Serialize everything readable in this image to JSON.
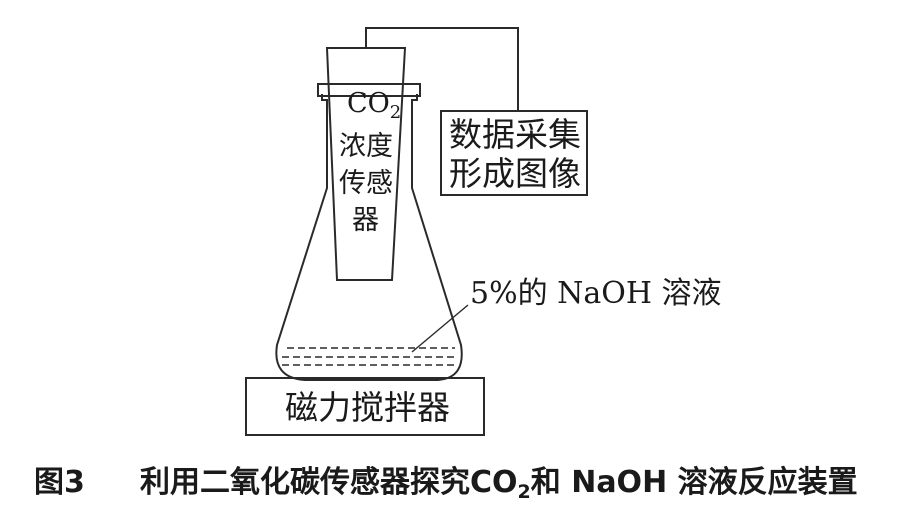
{
  "sensor": {
    "line1": "CO",
    "line1_sub": "2",
    "line2": "浓度",
    "line3": "传感器",
    "line4": "器"
  },
  "data_box": {
    "line1": "数据采集",
    "line2": "形成图像"
  },
  "solution_label": "5%的 NaOH 溶液",
  "stirrer_label": "磁力搅拌器",
  "caption": {
    "number": "图3",
    "text_before": "利用二氧化碳传感器探究CO",
    "sub": "2",
    "text_after": "和 NaOH 溶液反应装置"
  }
}
